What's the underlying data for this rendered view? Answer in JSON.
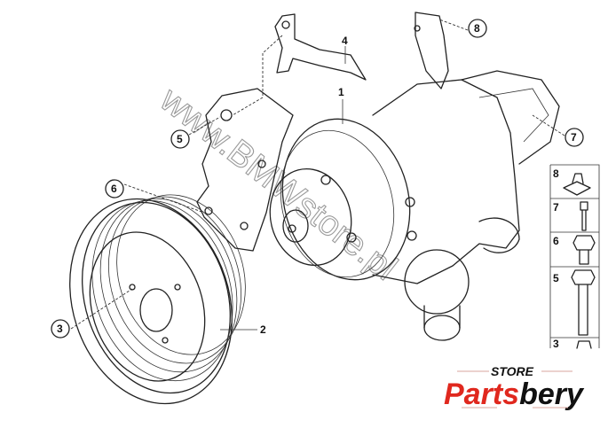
{
  "diagram": {
    "callouts": [
      {
        "id": "1",
        "label": "1",
        "style": "plain"
      },
      {
        "id": "2",
        "label": "2",
        "style": "plain"
      },
      {
        "id": "3",
        "label": "3",
        "style": "circled"
      },
      {
        "id": "4",
        "label": "4",
        "style": "plain"
      },
      {
        "id": "5",
        "label": "5",
        "style": "circled"
      },
      {
        "id": "6",
        "label": "6",
        "style": "circled"
      },
      {
        "id": "7",
        "label": "7",
        "style": "circled"
      },
      {
        "id": "8",
        "label": "8",
        "style": "circled"
      }
    ],
    "legend": [
      {
        "label": "8",
        "icon": "clip-nut-icon"
      },
      {
        "label": "7",
        "icon": "small-bolt-icon"
      },
      {
        "label": "6",
        "icon": "hex-bolt-icon"
      },
      {
        "label": "5",
        "icon": "long-hex-bolt-icon"
      },
      {
        "label": "3",
        "icon": "hex-bolt-icon"
      }
    ]
  },
  "watermark": "www.BMWstore.pl",
  "logo": {
    "top": "STORE",
    "left": "Parts",
    "right": "bery",
    "red": "#e0281e",
    "dark": "#111111"
  }
}
